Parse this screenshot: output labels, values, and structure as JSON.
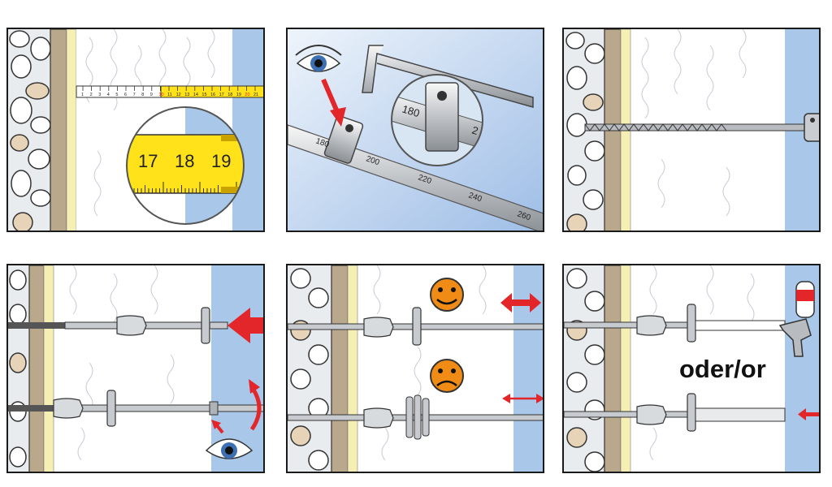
{
  "panels": [
    {
      "id": "measure",
      "tape_ticks": [
        "1",
        "2",
        "3",
        "4",
        "5",
        "6",
        "7",
        "8",
        "9",
        "10",
        "11",
        "12",
        "13",
        "14",
        "15",
        "16",
        "17",
        "18",
        "19",
        "20",
        "21"
      ],
      "zoom_numbers": [
        "17",
        "18",
        "19"
      ]
    },
    {
      "id": "set-length",
      "rod_marks": [
        "180",
        "200",
        "220",
        "240",
        "260"
      ],
      "zoom_marks": [
        "180",
        "2"
      ]
    },
    {
      "id": "drill"
    },
    {
      "id": "insert"
    },
    {
      "id": "check"
    },
    {
      "id": "fill",
      "label": "oder/or"
    }
  ],
  "colors": {
    "wall_bg": "#f2f4f6",
    "masonry_stone": "#ffffff",
    "masonry_tan": "#e8d6bd",
    "plaster": "#b9a88c",
    "insulation_yellow": "#f7f0b6",
    "facade_blue": "#a9c7e8",
    "tape_yellow": "#ffe21a",
    "accent_red": "#e2262a",
    "smiley_orange": "#f08b16"
  },
  "icons": [
    "eye-icon",
    "hex-key-icon",
    "drill-bit-icon",
    "arrow-icon",
    "rotate-arrow-icon",
    "happy-face-icon",
    "sad-face-icon",
    "double-arrow-icon",
    "foam-gun-icon"
  ]
}
